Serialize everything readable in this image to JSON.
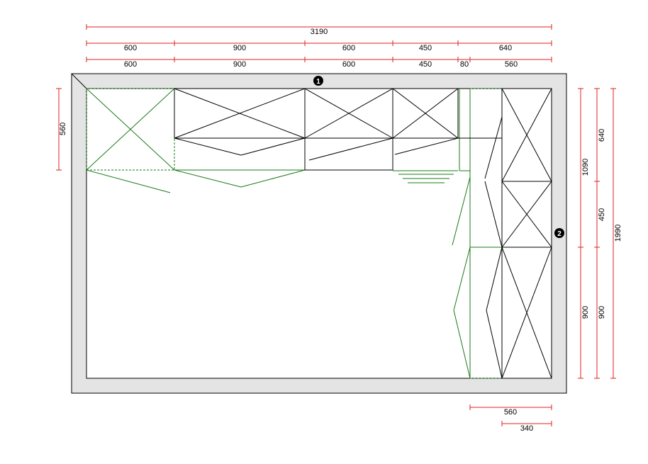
{
  "colors": {
    "dimension_line": "#e02020",
    "wall_fill": "#e4e4e4",
    "wall_stroke": "#000000",
    "base_cabinet": "#1a7a1a",
    "upper_cabinet": "#000000",
    "marker_fill": "#000000"
  },
  "dimensions": {
    "top_overall": "3190",
    "top_row1": [
      "600",
      "900",
      "600",
      "450",
      "640"
    ],
    "top_row2": [
      "600",
      "900",
      "600",
      "450",
      "80",
      "560"
    ],
    "left": "560",
    "right_inner": [
      "1090",
      "900"
    ],
    "right_middle": [
      "640",
      "450",
      "900"
    ],
    "right_outer": "1990",
    "bottom": [
      "560",
      "340"
    ]
  },
  "markers": {
    "wall1": "1",
    "wall2": "2"
  }
}
